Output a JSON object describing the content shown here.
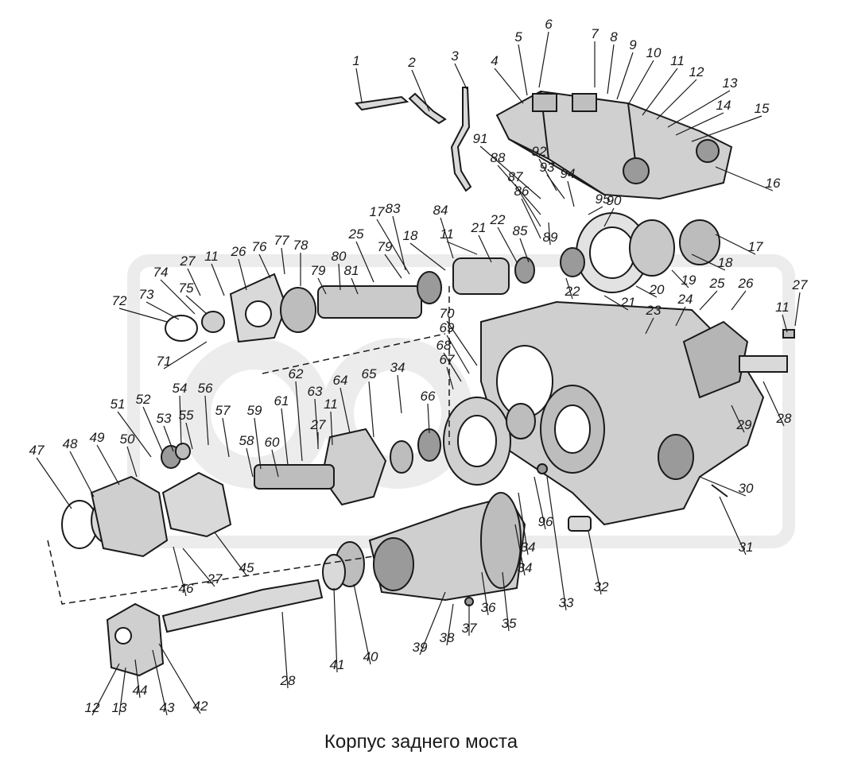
{
  "caption": "Корпус заднего моста",
  "colors": {
    "ink": "#1a1a1a",
    "part": "#d9d9d9",
    "shade": "#9a9a9a",
    "watermark": "#ececec"
  },
  "labels": [
    "1",
    "2",
    "3",
    "4",
    "5",
    "6",
    "7",
    "8",
    "9",
    "10",
    "11",
    "12",
    "13",
    "14",
    "15",
    "16",
    "17",
    "18",
    "19",
    "20",
    "21",
    "22",
    "23",
    "24",
    "25",
    "26",
    "27",
    "28",
    "29",
    "30",
    "31",
    "32",
    "33",
    "34",
    "35",
    "36",
    "37",
    "38",
    "39",
    "40",
    "41",
    "42",
    "43",
    "44",
    "45",
    "46",
    "47",
    "48",
    "49",
    "50",
    "51",
    "52",
    "53",
    "54",
    "55",
    "56",
    "57",
    "58",
    "59",
    "60",
    "61",
    "62",
    "63",
    "64",
    "65",
    "66",
    "67",
    "68",
    "69",
    "70",
    "71",
    "72",
    "73",
    "74",
    "75",
    "76",
    "77",
    "78",
    "79",
    "80",
    "81",
    "83",
    "84",
    "85",
    "86",
    "87",
    "88",
    "89",
    "90",
    "91",
    "92",
    "93",
    "94",
    "95",
    "96"
  ],
  "callouts": [
    {
      "t": "1"
    },
    {
      "t": "2"
    },
    {
      "t": "3"
    },
    {
      "t": "4"
    },
    {
      "t": "5"
    },
    {
      "t": "6"
    },
    {
      "t": "7"
    },
    {
      "t": "8"
    },
    {
      "t": "9"
    },
    {
      "t": "10"
    },
    {
      "t": "11"
    },
    {
      "t": "12"
    },
    {
      "t": "13"
    },
    {
      "t": "14"
    },
    {
      "t": "15"
    },
    {
      "t": "16"
    },
    {
      "t": "17"
    },
    {
      "t": "18"
    },
    {
      "t": "19"
    },
    {
      "t": "20"
    },
    {
      "t": "21"
    },
    {
      "t": "22"
    },
    {
      "t": "23"
    },
    {
      "t": "24"
    },
    {
      "t": "25"
    },
    {
      "t": "26"
    },
    {
      "t": "27"
    },
    {
      "t": "28"
    },
    {
      "t": "29"
    },
    {
      "t": "30"
    },
    {
      "t": "31"
    },
    {
      "t": "32"
    },
    {
      "t": "33"
    },
    {
      "t": "34"
    },
    {
      "t": "35"
    },
    {
      "t": "36"
    },
    {
      "t": "37"
    },
    {
      "t": "38"
    },
    {
      "t": "39"
    },
    {
      "t": "40"
    },
    {
      "t": "41"
    },
    {
      "t": "42"
    },
    {
      "t": "43"
    },
    {
      "t": "44"
    },
    {
      "t": "45"
    },
    {
      "t": "46"
    },
    {
      "t": "47"
    },
    {
      "t": "48"
    },
    {
      "t": "49"
    },
    {
      "t": "50"
    },
    {
      "t": "51"
    },
    {
      "t": "52"
    },
    {
      "t": "53"
    },
    {
      "t": "54"
    },
    {
      "t": "55"
    },
    {
      "t": "56"
    },
    {
      "t": "57"
    },
    {
      "t": "58"
    },
    {
      "t": "59"
    },
    {
      "t": "60"
    },
    {
      "t": "61"
    },
    {
      "t": "62"
    },
    {
      "t": "63"
    },
    {
      "t": "64"
    },
    {
      "t": "65"
    },
    {
      "t": "66"
    },
    {
      "t": "67"
    },
    {
      "t": "68"
    },
    {
      "t": "69"
    },
    {
      "t": "70"
    },
    {
      "t": "71"
    },
    {
      "t": "72"
    },
    {
      "t": "73"
    },
    {
      "t": "74"
    },
    {
      "t": "75"
    },
    {
      "t": "76"
    },
    {
      "t": "77"
    },
    {
      "t": "78"
    },
    {
      "t": "79"
    },
    {
      "t": "80"
    },
    {
      "t": "81"
    },
    {
      "t": "83"
    },
    {
      "t": "84"
    },
    {
      "t": "85"
    },
    {
      "t": "86"
    },
    {
      "t": "87"
    },
    {
      "t": "88"
    },
    {
      "t": "89"
    },
    {
      "t": "90"
    },
    {
      "t": "91"
    },
    {
      "t": "92"
    },
    {
      "t": "93"
    },
    {
      "t": "94"
    },
    {
      "t": "95"
    },
    {
      "t": "96"
    }
  ]
}
